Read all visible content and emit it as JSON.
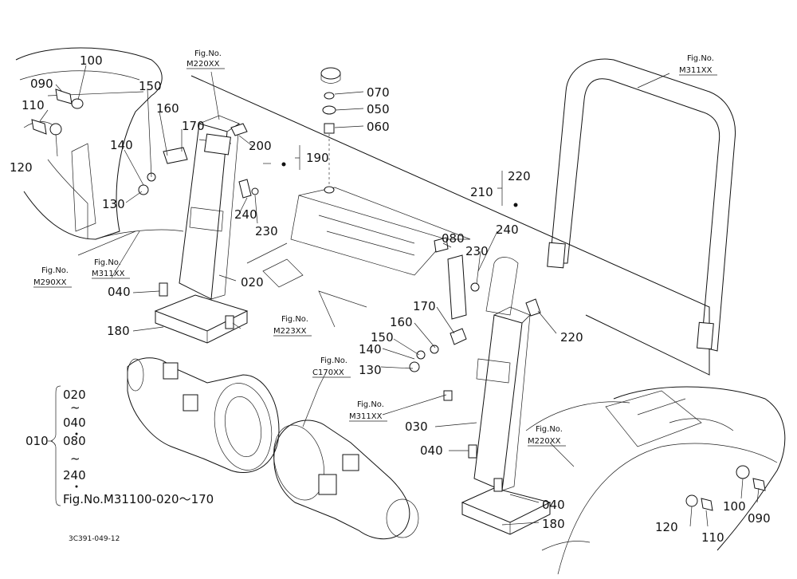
{
  "part_labels": [
    "100",
    "090",
    "110",
    "120",
    "150",
    "160",
    "170",
    "140",
    "130",
    "200",
    "190",
    "240",
    "230",
    "020",
    "040",
    "180",
    "070",
    "050",
    "060",
    "220",
    "210",
    "080",
    "230",
    "240",
    "170",
    "160",
    "150",
    "140",
    "130",
    "220",
    "030",
    "040",
    "040",
    "180",
    "100",
    "090",
    "120",
    "110"
  ],
  "fig_refs": [
    {
      "line1": "Fig.No.",
      "line2": "M220XX"
    },
    {
      "line1": "Fig.No.",
      "line2": "M311XX"
    },
    {
      "line1": "Fig.No.",
      "line2": "M290XX"
    },
    {
      "line1": "Fig.No.",
      "line2": "M311XX"
    },
    {
      "line1": "Fig.No.",
      "line2": "M223XX"
    },
    {
      "line1": "Fig.No.",
      "line2": "C170XX"
    },
    {
      "line1": "Fig.No.",
      "line2": "M311XX"
    },
    {
      "line1": "Fig.No.",
      "line2": "M220XX"
    }
  ],
  "legend": {
    "top": "020",
    "tilde1": "~",
    "mid": "040",
    "group_label": "010",
    "next": "080",
    "tilde2": "~",
    "last": "240",
    "ref": "Fig.No.M31100-020～170"
  },
  "drawing_code": "3C391-049-12"
}
